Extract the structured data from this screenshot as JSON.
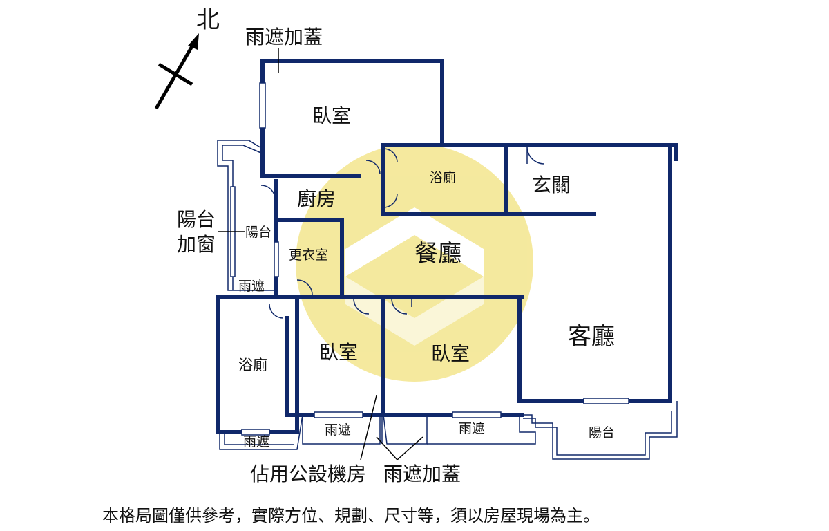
{
  "compass": {
    "north_label": "北"
  },
  "colors": {
    "wall": "#10286a",
    "watermark": "#f1e27e",
    "thin_line": "#10286a"
  },
  "rooms": {
    "rain_cover_addition_top": "雨遮加蓋",
    "bedroom_top": "臥室",
    "bathroom_top": "浴廁",
    "entrance": "玄關",
    "kitchen": "廚房",
    "balcony_window_line1": "陽台",
    "balcony_window_line2": "加窗",
    "balcony_left": "陽台",
    "dressing_room": "更衣室",
    "dining_room": "餐廳",
    "rain_cover_left": "雨遮",
    "bathroom_bottom": "浴廁",
    "bedroom_middle": "臥室",
    "bedroom_right": "臥室",
    "living_room": "客廳",
    "rain_cover_bottom_left": "雨遮",
    "rain_cover_bottom_mid": "雨遮",
    "rain_cover_bottom_right": "雨遮",
    "balcony_bottom": "陽台",
    "public_equipment_room": "佔用公設機房",
    "rain_cover_addition_bottom": "雨遮加蓋"
  },
  "disclaimer": "本格局圖僅供參考，實際方位、規劃、尺寸等，須以房屋現場為主。"
}
